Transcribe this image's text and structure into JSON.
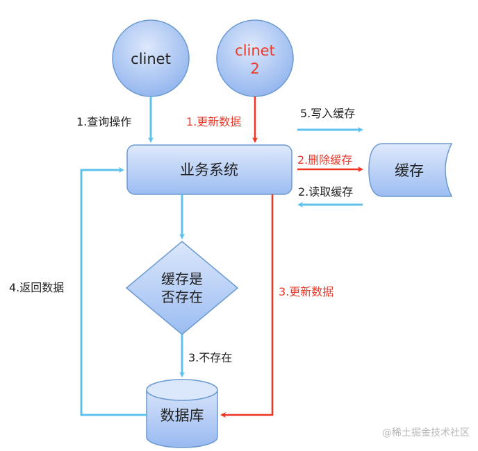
{
  "nodes": {
    "client1": "clinet",
    "client2_line1": "clinet",
    "client2_line2": "2",
    "business": "业务系统",
    "cache": "缓存",
    "decision_line1": "缓存是",
    "decision_line2": "否存在",
    "database": "数据库"
  },
  "edges": {
    "query": "1.查询操作",
    "update1": "1.更新数据",
    "write_cache": "5.写入缓存",
    "delete_cache": "2.删除缓存",
    "read_cache": "2.读取缓存",
    "return_data": "4.返回数据",
    "update3": "3.更新数据",
    "not_exist": "3.不存在"
  },
  "watermark": "@稀土掘金技术社区",
  "colors": {
    "blue_arrow": "#5ec0ec",
    "red_arrow": "#ee3322",
    "red_text": "#e8392a",
    "dark_text": "#222222",
    "node_stroke": "#6a9ad0",
    "node_fill_top": "#d9e6fa",
    "node_fill_bottom": "#9dbef3"
  }
}
